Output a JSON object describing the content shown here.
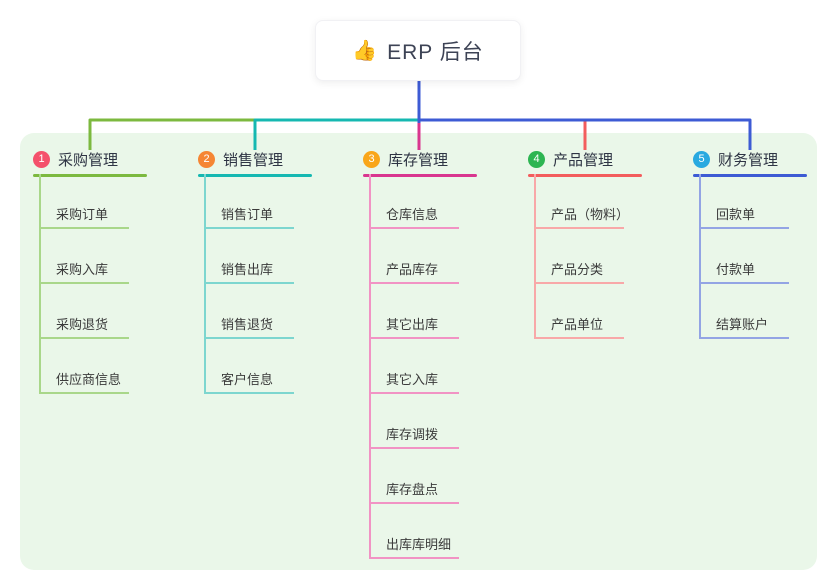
{
  "root": {
    "icon_char": "👍",
    "label": "ERP 后台",
    "line_color": "#3D5BD4"
  },
  "canvas": {
    "panel_background": "#EAF7E9",
    "page_background": "#FFFFFF"
  },
  "branches": [
    {
      "index": "1",
      "label": "采购管理",
      "badge_color": "#F4516C",
      "line_color": "#7CB93F",
      "child_line_color": "#A9D78A",
      "children": [
        "采购订单",
        "采购入库",
        "采购退货",
        "供应商信息"
      ]
    },
    {
      "index": "2",
      "label": "销售管理",
      "badge_color": "#F58634",
      "line_color": "#15B8B1",
      "child_line_color": "#7DD6CF",
      "children": [
        "销售订单",
        "销售出库",
        "销售退货",
        "客户信息"
      ]
    },
    {
      "index": "3",
      "label": "库存管理",
      "badge_color": "#F9A61A",
      "line_color": "#D9368F",
      "child_line_color": "#F193C4",
      "children": [
        "仓库信息",
        "产品库存",
        "其它出库",
        "其它入库",
        "库存调拨",
        "库存盘点",
        "出库库明细"
      ]
    },
    {
      "index": "4",
      "label": "产品管理",
      "badge_color": "#2DB552",
      "line_color": "#F35D5D",
      "child_line_color": "#F8A8A8",
      "children": [
        "产品（物料）",
        "产品分类",
        "产品单位"
      ]
    },
    {
      "index": "5",
      "label": "财务管理",
      "badge_color": "#29A9E0",
      "line_color": "#3D5BD4",
      "child_line_color": "#93A4E4",
      "children": [
        "回款单",
        "付款单",
        "结算账户"
      ]
    }
  ]
}
